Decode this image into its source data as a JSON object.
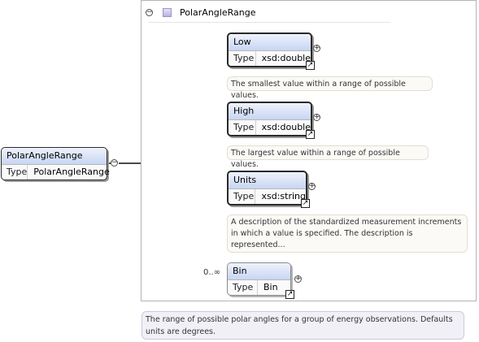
{
  "root": {
    "name": "PolarAngleRange",
    "type_key": "Type",
    "type_value": "PolarAngleRange",
    "documentation": "The range of possible polar angles for a group of energy observations. Defaults units are degrees."
  },
  "group": {
    "title": "PolarAngleRange"
  },
  "elements": [
    {
      "name": "Low",
      "type_key": "Type",
      "type_value": "xsd:double",
      "documentation": "The smallest value within a range of possible values."
    },
    {
      "name": "High",
      "type_key": "Type",
      "type_value": "xsd:double",
      "documentation": "The largest value within a range of possible values."
    },
    {
      "name": "Units",
      "type_key": "Type",
      "type_value": "xsd:string",
      "documentation": "A description of the standardized measurement increments in which a value is specified. The description is represented..."
    },
    {
      "name": "Bin",
      "type_key": "Type",
      "type_value": "Bin",
      "cardinality": "0..∞"
    }
  ],
  "symbols": {
    "collapse": "−",
    "expand": "+",
    "reference_arrow": "↗"
  },
  "icons": {
    "sequence": "sequence-compositor-icon",
    "complex_type": "complex-type-icon"
  },
  "colors": {
    "element_header": "#c8d6f4",
    "sequence_fill": "#efe2a2",
    "connector": "#4a4a4a"
  }
}
